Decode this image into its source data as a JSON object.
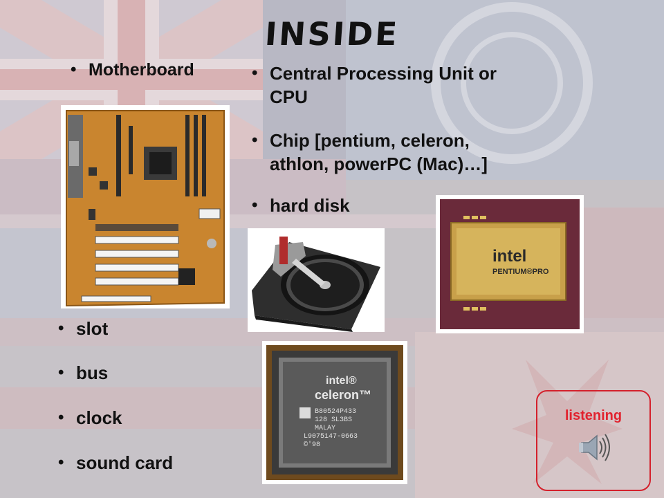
{
  "slide": {
    "title": "INSIDE",
    "column_left": {
      "heading": "Motherboard"
    },
    "column_right": {
      "items": [
        "Central Processing Unit or",
        "CPU",
        "Chip [pentium, celeron,",
        "athlon, powerPC (Mac)…]",
        "hard disk"
      ]
    },
    "bottom_left": {
      "items": [
        "slot",
        "bus",
        "clock",
        "sound card"
      ]
    },
    "images": {
      "pentium_pro": {
        "brand": "intel",
        "model": "PENTIUM®PRO"
      },
      "celeron": {
        "brand": "intel®",
        "model": "celeron™",
        "lines": [
          "B80524P433",
          "128 SL3BS",
          "MALAY",
          "L9075147-0663",
          "©'98"
        ]
      }
    },
    "audio": {
      "label": "listening"
    }
  },
  "colors": {
    "accent_red": "#d4202c",
    "text": "#111111",
    "board_orange": "#c9852f",
    "chip_gold": "#c8a04a"
  }
}
